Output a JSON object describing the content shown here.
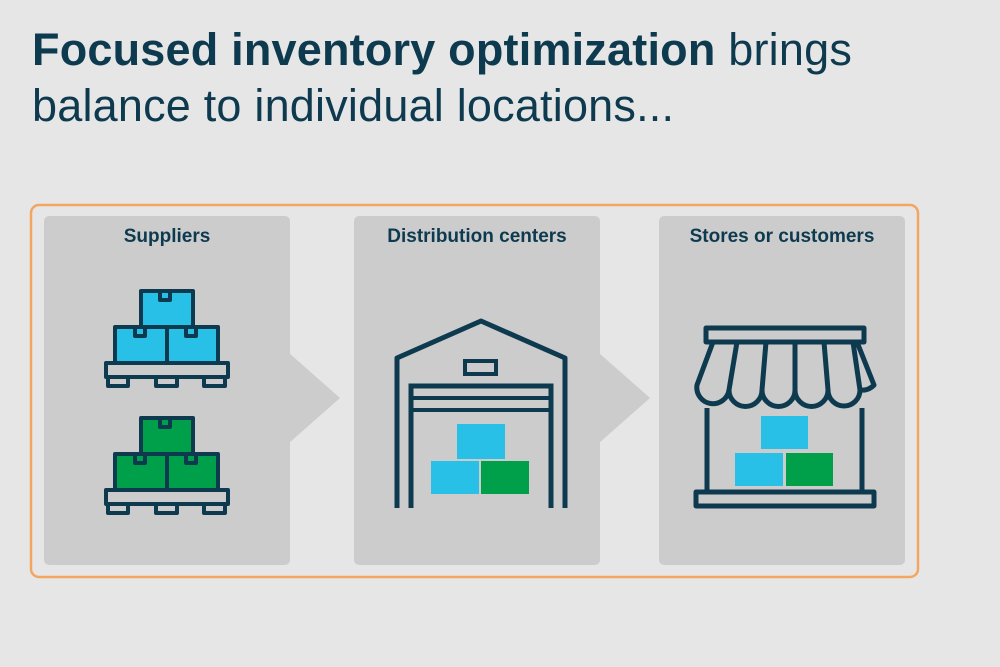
{
  "headline": {
    "bold": "Focused inventory optimization",
    "rest_line1": " brings",
    "line2": "balance to individual locations..."
  },
  "stages": [
    {
      "label": "Suppliers",
      "icon": "pallet-boxes-icon"
    },
    {
      "label": "Distribution centers",
      "icon": "warehouse-icon"
    },
    {
      "label": "Stores or customers",
      "icon": "storefront-icon"
    }
  ],
  "colors": {
    "background": "#e6e6e6",
    "panel": "#cccccc",
    "outline": "#0e3a4f",
    "frame": "#f2a661",
    "blue": "#29c0e8",
    "green": "#00a04a"
  }
}
